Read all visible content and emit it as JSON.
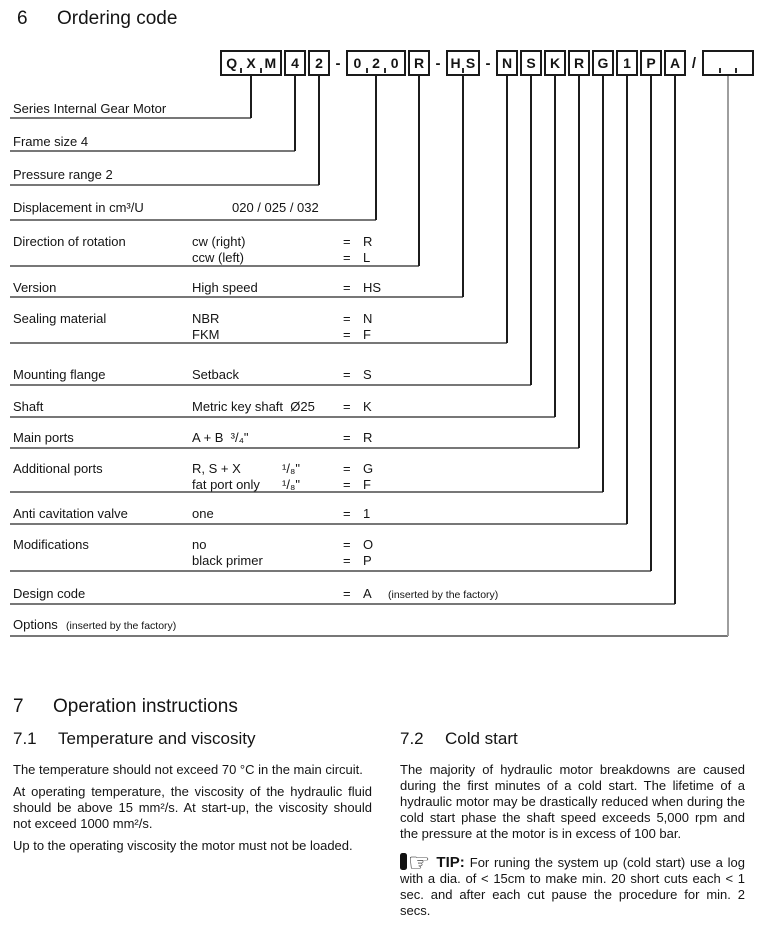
{
  "section6": {
    "number": "6",
    "title": "Ordering code"
  },
  "ordering_code": {
    "eq": "=",
    "code_segments": [
      {
        "t": "box",
        "chars": [
          "Q",
          "X",
          "M"
        ]
      },
      {
        "t": "box",
        "chars": [
          "4"
        ]
      },
      {
        "t": "box",
        "chars": [
          "2"
        ]
      },
      {
        "t": "sep",
        "text": "-"
      },
      {
        "t": "box",
        "chars": [
          "0",
          "2",
          "0"
        ]
      },
      {
        "t": "box",
        "chars": [
          "R"
        ]
      },
      {
        "t": "sep",
        "text": "-"
      },
      {
        "t": "box",
        "chars": [
          "H",
          "S"
        ]
      },
      {
        "t": "sep",
        "text": "-"
      },
      {
        "t": "box",
        "chars": [
          "N"
        ]
      },
      {
        "t": "box",
        "chars": [
          "S"
        ]
      },
      {
        "t": "box",
        "chars": [
          "K"
        ]
      },
      {
        "t": "box",
        "chars": [
          "R"
        ]
      },
      {
        "t": "box",
        "chars": [
          "G"
        ]
      },
      {
        "t": "box",
        "chars": [
          "1"
        ]
      },
      {
        "t": "box",
        "chars": [
          "P"
        ]
      },
      {
        "t": "box",
        "chars": [
          "A"
        ]
      },
      {
        "t": "sep",
        "text": "/"
      },
      {
        "t": "box",
        "chars": [
          "",
          "",
          ""
        ]
      }
    ],
    "rows": [
      {
        "label": "Series Internal Gear Motor",
        "options": []
      },
      {
        "label": "Frame size 4",
        "options": []
      },
      {
        "label": "Pressure range 2",
        "options": []
      },
      {
        "label": "Displacement in cm³/U",
        "note": "020 / 025 / 032",
        "options": []
      },
      {
        "label": "Direction of rotation",
        "options": [
          {
            "desc": "cw (right)",
            "code": "R"
          },
          {
            "desc": "ccw (left)",
            "code": "L"
          }
        ]
      },
      {
        "label": "Version",
        "options": [
          {
            "desc": "High speed",
            "code": "HS"
          }
        ]
      },
      {
        "label": "Sealing material",
        "options": [
          {
            "desc": "NBR",
            "code": "N"
          },
          {
            "desc": "FKM",
            "code": "F"
          }
        ]
      },
      {
        "label": "Mounting flange",
        "options": [
          {
            "desc": "Setback",
            "code": "S"
          }
        ]
      },
      {
        "label": "Shaft",
        "options": [
          {
            "desc": "Metric key shaft  Ø25",
            "code": "K"
          }
        ]
      },
      {
        "label": "Main ports",
        "options": [
          {
            "desc": "A + B  ³/₄\"",
            "code": "R"
          }
        ]
      },
      {
        "label": "Additional ports",
        "options": [
          {
            "desc": "R, S + X",
            "size": "¹/₈\"",
            "code": "G"
          },
          {
            "desc": "fat port only",
            "size": "¹/₈\"",
            "code": "F"
          }
        ]
      },
      {
        "label": "Anti cavitation valve",
        "options": [
          {
            "desc": "one",
            "code": "1"
          }
        ]
      },
      {
        "label": "Modifications",
        "options": [
          {
            "desc": "no",
            "code": "O"
          },
          {
            "desc": "black primer",
            "code": "P"
          }
        ]
      },
      {
        "label": "Design code",
        "options": [
          {
            "desc": "",
            "code": "A",
            "note": "(inserted by the factory)"
          }
        ]
      },
      {
        "label": "Options",
        "label_note": "(inserted by the factory)",
        "options": []
      }
    ]
  },
  "section7": {
    "number": "7",
    "title": "Operation instructions",
    "sub71": {
      "number": "7.1",
      "title": "Temperature and viscosity",
      "p1": "The temperature should not  exceed 70 °C in the main circuit.",
      "p2": "At operating temperature, the viscosity of the hydraulic fluid should be above 15 mm²/s. At start-up, the viscosity should not exceed 1000 mm²/s.",
      "p3": "Up to the operating viscosity the motor must not be loaded."
    },
    "sub72": {
      "number": "7.2",
      "title": "Cold start",
      "p1": "The majority of hydraulic motor breakdowns are caused during the first minutes of a cold start. The lifetime of a hydraulic motor may be drastically reduced when during the cold start phase the shaft speed exceeds 5,000 rpm and the pressure at the motor is in excess of 100 bar.",
      "tip_icon": "☞",
      "tip_label": "TIP:",
      "tip_text": "For runing the system up (cold start) use a log with a dia. of < 15cm to make min. 20 short cuts each < 1 sec. and after each cut pause the procedure for min. 2 secs."
    }
  }
}
